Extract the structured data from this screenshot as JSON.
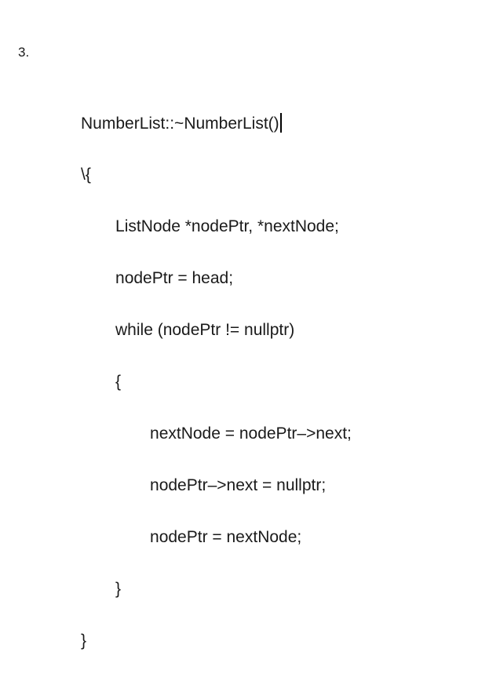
{
  "document": {
    "background_color": "#ffffff",
    "text_color": "#1a1a1a",
    "list_marker": "3.",
    "caret_visible": true,
    "caret_after_line_index": 0,
    "code_lines": [
      {
        "indent": 1,
        "text": "NumberList::~NumberList()"
      },
      {
        "indent": 1,
        "text": "\\{"
      },
      {
        "indent": 2,
        "text": "ListNode *nodePtr, *nextNode;"
      },
      {
        "indent": 2,
        "text": "nodePtr = head;"
      },
      {
        "indent": 2,
        "text": "while (nodePtr != nullptr)"
      },
      {
        "indent": 2,
        "text": "{"
      },
      {
        "indent": 3,
        "text": "nextNode = nodePtr–>next;"
      },
      {
        "indent": 3,
        "text": "nodePtr–>next = nullptr;"
      },
      {
        "indent": 3,
        "text": "nodePtr = nextNode;"
      },
      {
        "indent": 2,
        "text": "}"
      },
      {
        "indent": 1,
        "text": "}"
      }
    ]
  }
}
